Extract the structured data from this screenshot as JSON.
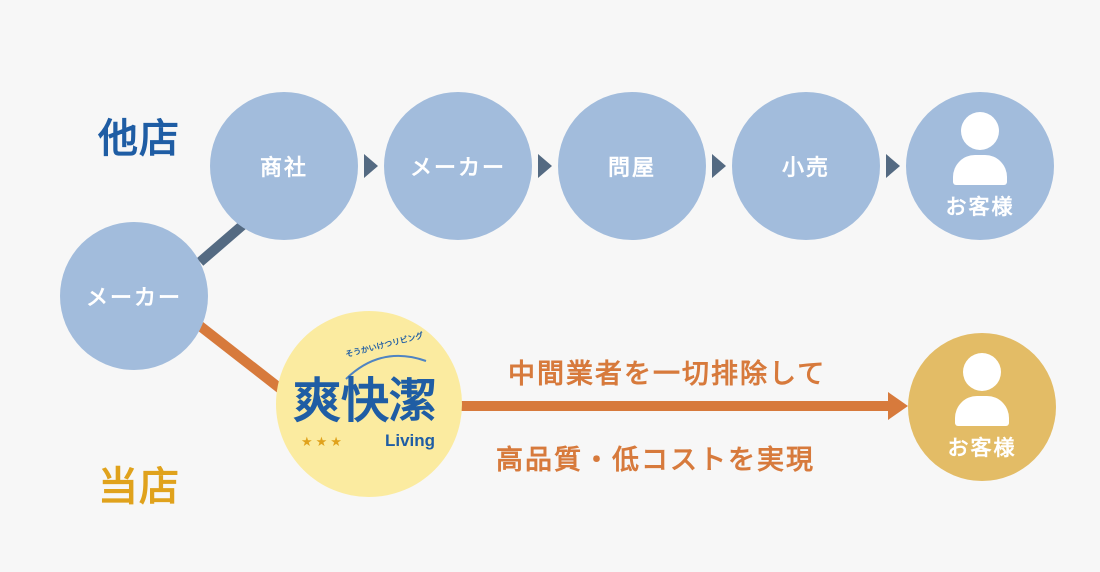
{
  "headings": {
    "others": "他店",
    "ours": "当店"
  },
  "colors": {
    "background": "#f7f7f7",
    "node_blue": "#a2bcdc",
    "connector_dark": "#546a82",
    "accent_orange": "#d77a3c",
    "heading_blue": "#1f5da4",
    "heading_gold": "#e0a21c",
    "logo_yellow": "#fbeba0",
    "customer_gold": "#e3bc66"
  },
  "origin_node": {
    "label": "メーカー"
  },
  "other_store_flow": {
    "nodes": [
      {
        "label": "商社"
      },
      {
        "label": "メーカー"
      },
      {
        "label": "問屋"
      },
      {
        "label": "小売"
      },
      {
        "label": "お客様",
        "icon": "person-icon"
      }
    ]
  },
  "our_store_flow": {
    "logo": {
      "kanji": "爽快潔",
      "ruby": "そうかいけつリビング",
      "sub": "Living",
      "stars": "★★★"
    },
    "arrow_top_text": "中間業者を一切排除して",
    "arrow_bottom_text": "高品質・低コストを実現",
    "customer": {
      "label": "お客様",
      "icon": "person-icon"
    }
  }
}
